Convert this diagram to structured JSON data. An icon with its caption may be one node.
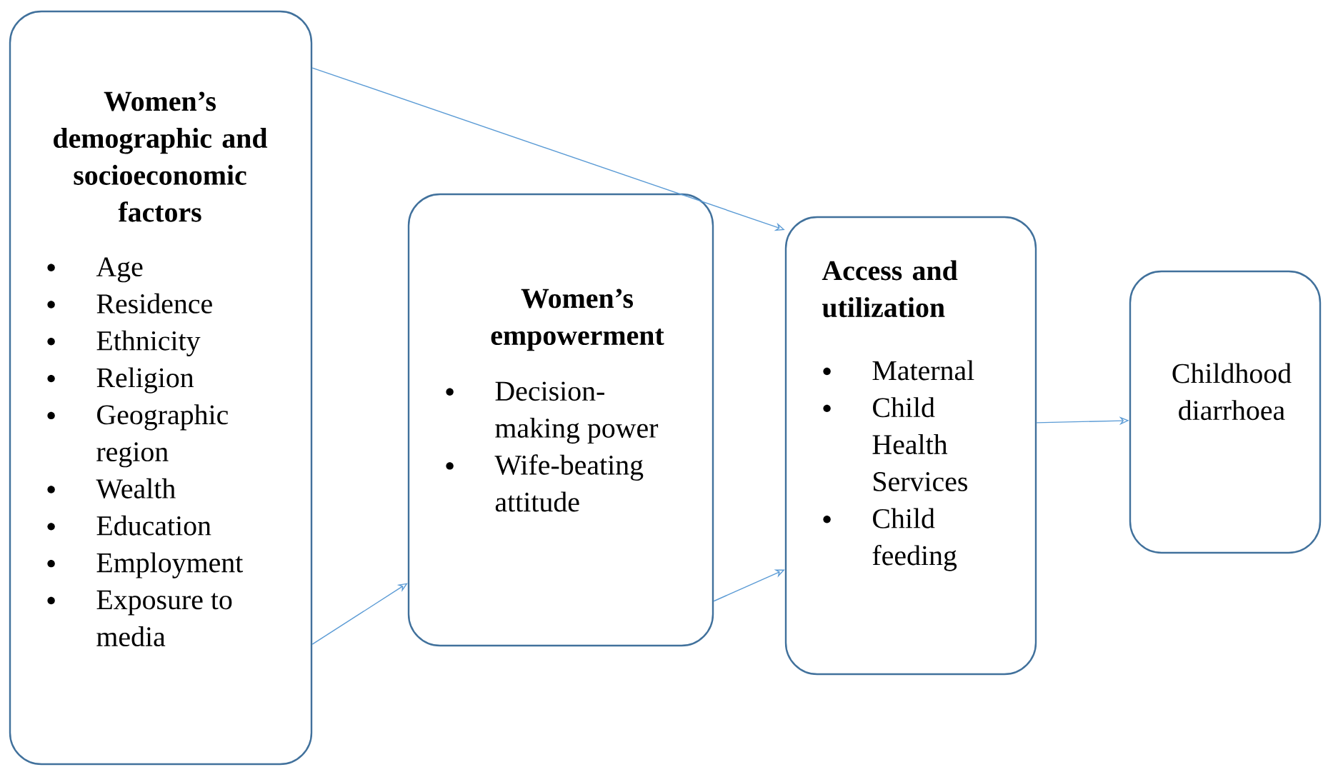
{
  "diagram": {
    "nodes": [
      {
        "text": [
          "Women’s demographic and socioeconomic factors",
          "Age",
          "Residence",
          "Ethnicity",
          "Religion",
          "Geographic region",
          "Wealth",
          "Education",
          "Employment",
          "Exposure to media"
        ]
      },
      {
        "text": [
          "Women’s empowerment",
          "Decision-making power",
          "Wife-beating attitude"
        ]
      },
      {
        "text": [
          "Access and utilization",
          "Maternal",
          "Child Health Services",
          "Child feeding"
        ]
      },
      {
        "text": [
          "Childhood diarrhoea"
        ]
      }
    ],
    "edges": [
      {
        "from": 0,
        "to": 2,
        "arrow": "to"
      },
      {
        "from": 0,
        "to": 1,
        "arrow": "to"
      },
      {
        "from": 1,
        "to": 2,
        "arrow": "to"
      },
      {
        "from": 2,
        "to": 3,
        "arrow": "to"
      }
    ]
  }
}
